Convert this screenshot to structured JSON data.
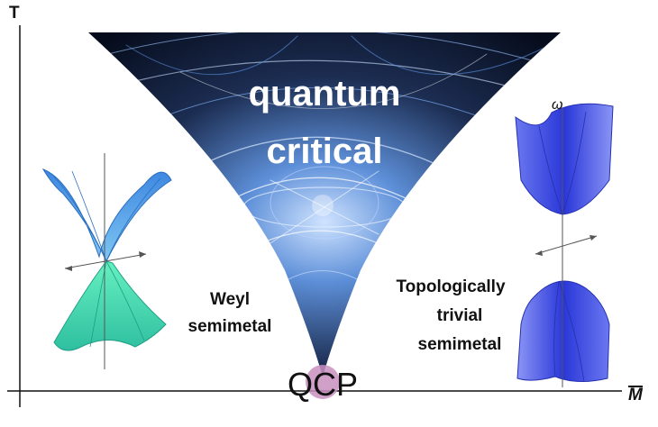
{
  "axes": {
    "y_label": "T",
    "x_label": "M",
    "x_overline": true
  },
  "regions": {
    "critical_line1": "quantum",
    "critical_line2": "critical",
    "left_line1": "Weyl",
    "left_line2": "semimetal",
    "right_line1": "Topologically",
    "right_line2": "trivial",
    "right_line3": "semimetal"
  },
  "qcp_label": "QCP",
  "inset_right_axis_label": "ω",
  "icons": {
    "left_inset": "weyl-cone-dispersion-icon",
    "right_inset": "gapped-parabolic-dispersion-icon",
    "fan": "quantum-critical-fan-image"
  },
  "colors": {
    "qcp_marker": "#c98fc0",
    "axis": "#111111",
    "fan_dark": "#0a1428",
    "fan_light": "#5d8fd8",
    "weyl_cone_top": "#4f9ae6",
    "weyl_cone_bottom": "#56e2a0",
    "trivial_band": "#3a46e6"
  }
}
